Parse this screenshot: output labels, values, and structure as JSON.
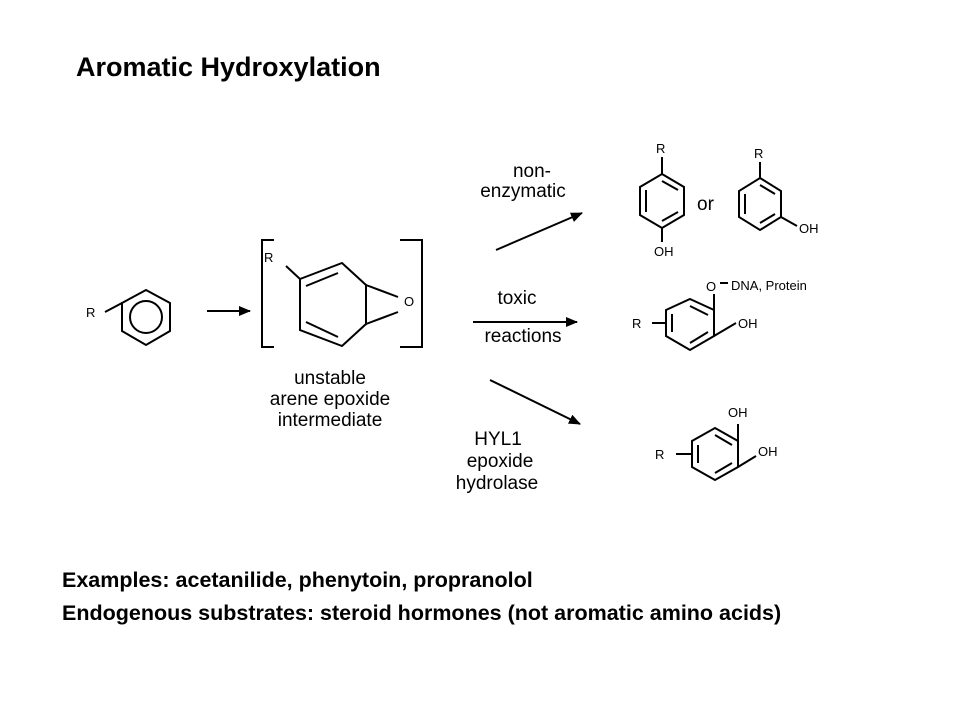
{
  "title": "Aromatic Hydroxylation",
  "labels": {
    "r": "R",
    "o": "O",
    "oh": "OH",
    "o_dash": "O",
    "dna_protein": "DNA, Protein",
    "or": "or"
  },
  "intermediate": [
    "unstable",
    "arene epoxide",
    "intermediate"
  ],
  "pathways": {
    "nonenzymatic": [
      "non-",
      "enzymatic"
    ],
    "toxic": [
      "toxic",
      "reactions"
    ],
    "hydrolase": [
      "HYL1",
      "epoxide",
      "hydrolase"
    ]
  },
  "footer": {
    "line1": "Examples: acetanilide, phenytoin, propranolol",
    "line2": "Endogenous substrates: steroid hormones (not aromatic amino acids)"
  }
}
